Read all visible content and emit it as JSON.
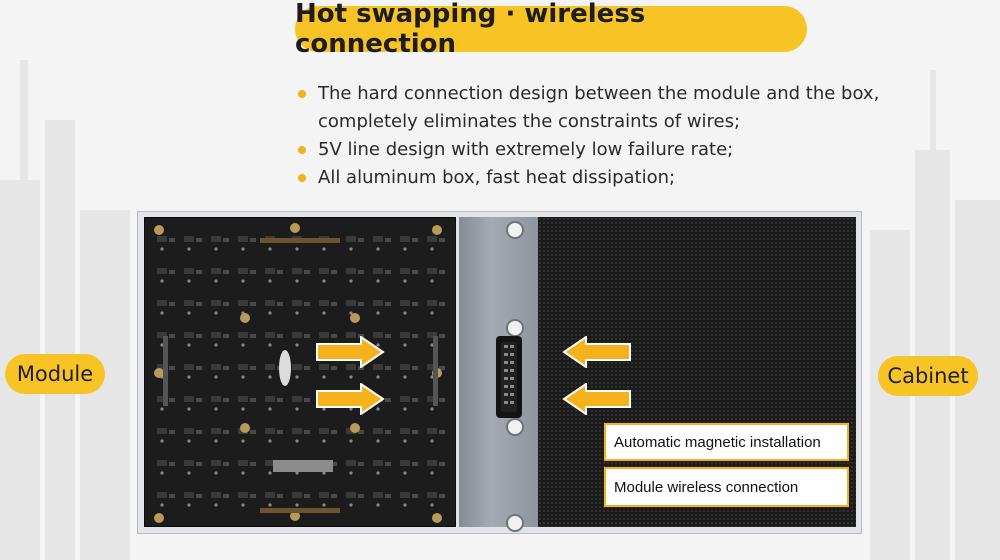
{
  "title": "Hot swapping · wireless connection",
  "bullets": [
    "The hard connection design between the module and the box, completely eliminates the constraints of wires;",
    "5V line design with extremely low failure rate;",
    "All aluminum box, fast heat dissipation;"
  ],
  "labels": {
    "module": "Module",
    "cabinet": "Cabinet"
  },
  "callouts": [
    "Automatic magnetic installation",
    "Module wireless connection"
  ],
  "colors": {
    "accent": "#f7c325",
    "arrow": "#f5b21c",
    "pcb": "#1c1c1c"
  }
}
